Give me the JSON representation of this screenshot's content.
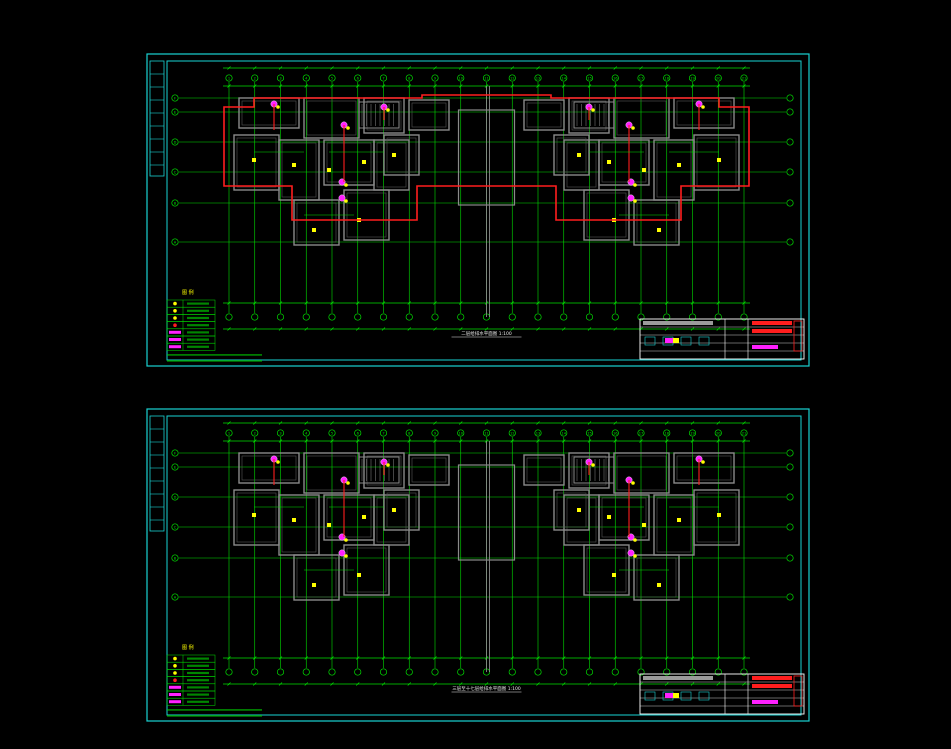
{
  "colors": {
    "background": "#000000",
    "frame": "#19d3d3",
    "grid": "#00e000",
    "wall": "#8a8a8a",
    "fire_boundary": "#ff1e1e",
    "magenta": "#ff20ff",
    "yellow": "#ffff00",
    "text": "#e8e8e8"
  },
  "sheets": [
    {
      "id": "sheet-1",
      "plan_title": "二层给排水平面图 1:100",
      "legend_title": "图 例",
      "fire_zone": true,
      "axis_letters": [
        "F",
        "E",
        "D",
        "C",
        "B",
        "A"
      ],
      "axis_numbers": [
        "1",
        "2",
        "3",
        "4",
        "5",
        "6",
        "7",
        "8",
        "9",
        "10",
        "11",
        "12",
        "13",
        "14",
        "15",
        "16",
        "17",
        "18",
        "19",
        "20",
        "21"
      ]
    },
    {
      "id": "sheet-2",
      "plan_title": "三层至十七层给排水平面图 1:100",
      "legend_title": "图 例",
      "fire_zone": false,
      "axis_letters": [
        "F",
        "E",
        "D",
        "C",
        "B",
        "A"
      ],
      "axis_numbers": [
        "1",
        "2",
        "3",
        "4",
        "5",
        "6",
        "7",
        "8",
        "9",
        "10",
        "11",
        "12",
        "13",
        "14",
        "15",
        "16",
        "17",
        "18",
        "19",
        "20",
        "21"
      ]
    }
  ]
}
